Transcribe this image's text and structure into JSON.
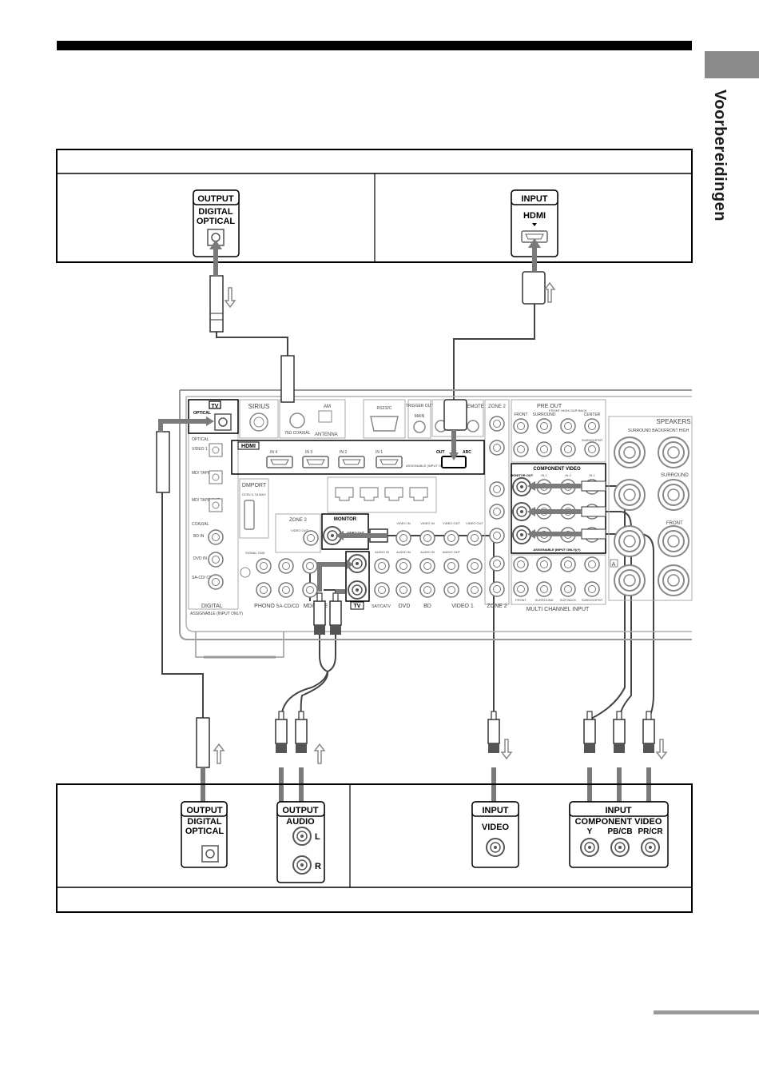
{
  "sidebar": {
    "section_title": "Voorbereidingen"
  },
  "colors": {
    "cable": "#444444",
    "arrow": "#7a7a7a",
    "panel_line": "#9a9a9a",
    "tab": "#8a8a8a"
  },
  "tv": {
    "output_box": {
      "header": "OUTPUT",
      "line1": "DIGITAL",
      "line2": "OPTICAL"
    },
    "input_box": {
      "header": "INPUT",
      "line1": "HDMI"
    }
  },
  "receiver": {
    "tv_badge": "TV",
    "optical_label": "OPTICAL",
    "in_label": "IN",
    "sirius": "SIRIUS",
    "antenna": "ANTENNA",
    "am": "AM",
    "coaxial_75": "75Ω COAXIAL",
    "rs232c": "RS232C",
    "trigger_out": "TRIGGER OUT",
    "main": "MAIN",
    "remote": "REMOTE",
    "zone2": "ZONE 2",
    "pre_out": "PRE OUT",
    "front": "FRONT",
    "surround": "SURROUND",
    "front_high": "FRONT HIGH/ SUR BACK",
    "center": "CENTER",
    "subwoofer": "SUBWOOFER",
    "hdmi": "HDMI",
    "hdmi_in": [
      "IN 4",
      "IN 3",
      "IN 2",
      "IN 1"
    ],
    "hdmi_out": "OUT",
    "hdmi_arc": "ARC",
    "assignable_input_only": "ASSIGNABLE (INPUT ONLY)",
    "component_video": "COMPONENT VIDEO",
    "monitor_out": "MONITOR OUT",
    "comp_in": [
      "IN 1",
      "IN 2",
      "IN 1"
    ],
    "assignable_input_only_y": "ASSIGNABLE (INPUT ONLY)(Y)",
    "speakers": "SPEAKERS",
    "surround_back_front_high": "SURROUND BACK/FRONT HIGH",
    "surround_label": "SURROUND",
    "front_label": "FRONT",
    "dmport": "DMPORT",
    "dmport_power": "DC5V 0.7A MAX",
    "monitor": "MONITOR",
    "video_out": "VIDEO OUT",
    "video_in": "VIDEO IN",
    "audio_in": "AUDIO IN",
    "audio_out": "AUDIO OUT",
    "coaxial": "COAXIAL",
    "bd_in": "BD IN",
    "dvd_in": "DVD IN",
    "sacd_cd_in": "SA-CD/ CD IN",
    "video1_in": "VIDEO 1 IN",
    "md_tape_in": "MD/ TAPE IN",
    "md_tape_out": "MD/ TAPE OUT",
    "digital": "DIGITAL",
    "assignable_input_only_low": "ASSIGNABLE (INPUT ONLY)",
    "signal_gnd": "SIGNAL GND",
    "bottom_labels": [
      "PHONO",
      "SA-CD/CD",
      "MD/TAPE",
      "TV",
      "SAT/CATV",
      "DVD",
      "BD",
      "VIDEO 1",
      "ZONE 2"
    ],
    "multi_channel_input": "MULTI CHANNEL INPUT",
    "sur_back": "SUR BACK",
    "speaker_a": "A"
  },
  "bottom_tv": {
    "digital_box": {
      "header": "OUTPUT",
      "line1": "DIGITAL",
      "line2": "OPTICAL"
    },
    "audio_box": {
      "header": "OUTPUT",
      "line1": "AUDIO",
      "l": "L",
      "r": "R"
    },
    "video_box": {
      "header": "INPUT",
      "line1": "VIDEO"
    },
    "component_box": {
      "header": "INPUT",
      "line1": "COMPONENT VIDEO",
      "y": "Y",
      "pb": "PB/CB",
      "pr": "PR/CR"
    }
  }
}
